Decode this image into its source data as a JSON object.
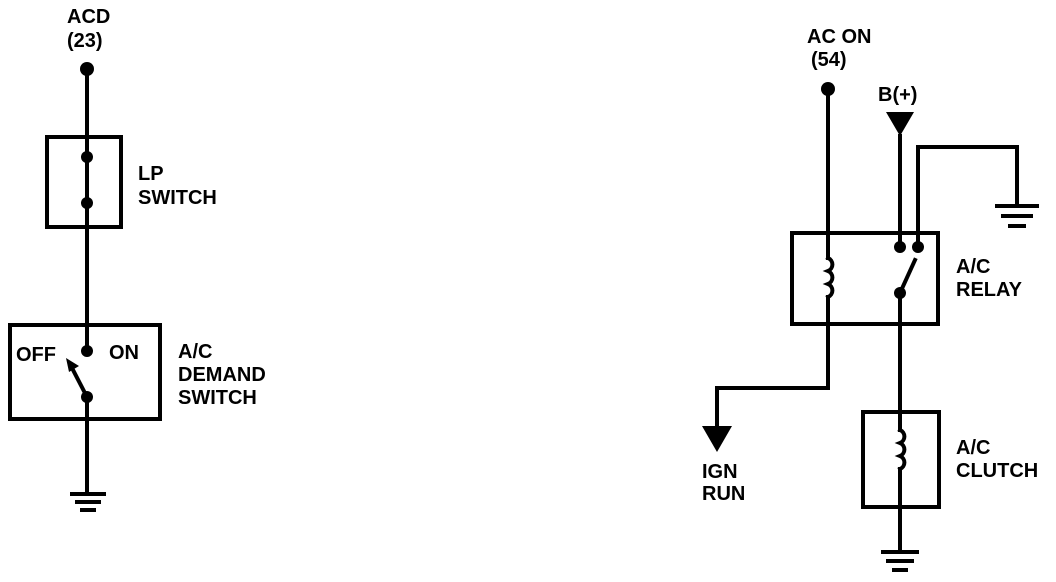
{
  "labels": {
    "acd": "ACD",
    "acd_pin": "(23)",
    "lp_line1": "LP",
    "lp_line2": "SWITCH",
    "off": "OFF",
    "on": "ON",
    "demand_line1": "A/C",
    "demand_line2": "DEMAND",
    "demand_line3": "SWITCH",
    "acon": "AC ON",
    "acon_pin": "(54)",
    "bplus": "B(+)",
    "relay_line1": "A/C",
    "relay_line2": "RELAY",
    "ign_line1": "IGN",
    "ign_line2": "RUN",
    "clutch_line1": "A/C",
    "clutch_line2": "CLUTCH"
  },
  "colors": {
    "ink": "#000000",
    "background": "#ffffff"
  }
}
